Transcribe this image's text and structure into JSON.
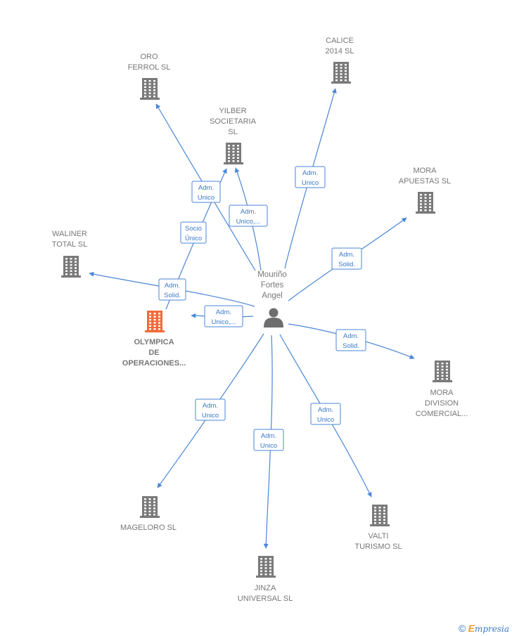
{
  "central": {
    "name_lines": [
      "Mouriño",
      "Fortes",
      "Angel"
    ],
    "icon": "person-icon"
  },
  "nodes": [
    {
      "id": "oro-ferrol",
      "lines": [
        "ORO",
        "FERROL SL"
      ],
      "icon": "building-icon"
    },
    {
      "id": "calice",
      "lines": [
        "CALICE",
        "2014  SL"
      ],
      "icon": "building-icon"
    },
    {
      "id": "yilber",
      "lines": [
        "YILBER",
        "SOCIETARIA",
        "SL"
      ],
      "icon": "building-icon"
    },
    {
      "id": "mora-apuestas",
      "lines": [
        "MORA",
        "APUESTAS SL"
      ],
      "icon": "building-icon"
    },
    {
      "id": "waliner",
      "lines": [
        "WALINER",
        "TOTAL  SL"
      ],
      "icon": "building-icon"
    },
    {
      "id": "olympica",
      "lines": [
        "OLYMPICA",
        "DE",
        "OPERACIONES..."
      ],
      "icon": "building-icon",
      "highlight": true
    },
    {
      "id": "mora-division",
      "lines": [
        "MORA",
        "DIVISION",
        "COMERCIAL..."
      ],
      "icon": "building-icon"
    },
    {
      "id": "mageloro",
      "lines": [
        "MAGELORO SL"
      ],
      "icon": "building-icon"
    },
    {
      "id": "valti",
      "lines": [
        "VALTI",
        "TURISMO  SL"
      ],
      "icon": "building-icon"
    },
    {
      "id": "jinza",
      "lines": [
        "JINZA",
        "UNIVERSAL  SL"
      ],
      "icon": "building-icon"
    }
  ],
  "relations": [
    {
      "target": "oro-ferrol",
      "lines": [
        "Adm.",
        "Unico"
      ]
    },
    {
      "target": "yilber",
      "lines": [
        "Adm.",
        "Unico,..."
      ]
    },
    {
      "target": "yilber",
      "lines": [
        "Socio",
        "Único"
      ],
      "from": "olympica"
    },
    {
      "target": "calice",
      "lines": [
        "Adm.",
        "Unico"
      ]
    },
    {
      "target": "mora-apuestas",
      "lines": [
        "Adm.",
        "Solid."
      ]
    },
    {
      "target": "waliner",
      "lines": [
        "Adm.",
        "Solid."
      ]
    },
    {
      "target": "olympica",
      "lines": [
        "Adm.",
        "Unico,..."
      ]
    },
    {
      "target": "mora-division",
      "lines": [
        "Adm.",
        "Solid."
      ]
    },
    {
      "target": "mageloro",
      "lines": [
        "Adm.",
        "Unico"
      ]
    },
    {
      "target": "jinza",
      "lines": [
        "Adm.",
        "Unico"
      ]
    },
    {
      "target": "valti",
      "lines": [
        "Adm.",
        "Unico"
      ]
    }
  ],
  "colors": {
    "edge": "#4a86d8",
    "building": "#7a7a7a",
    "highlight": "#f26a3b",
    "person": "#6e6e6e"
  },
  "footer": {
    "copyright": "©",
    "brand_initial": "E",
    "brand_rest": "mpresia"
  }
}
